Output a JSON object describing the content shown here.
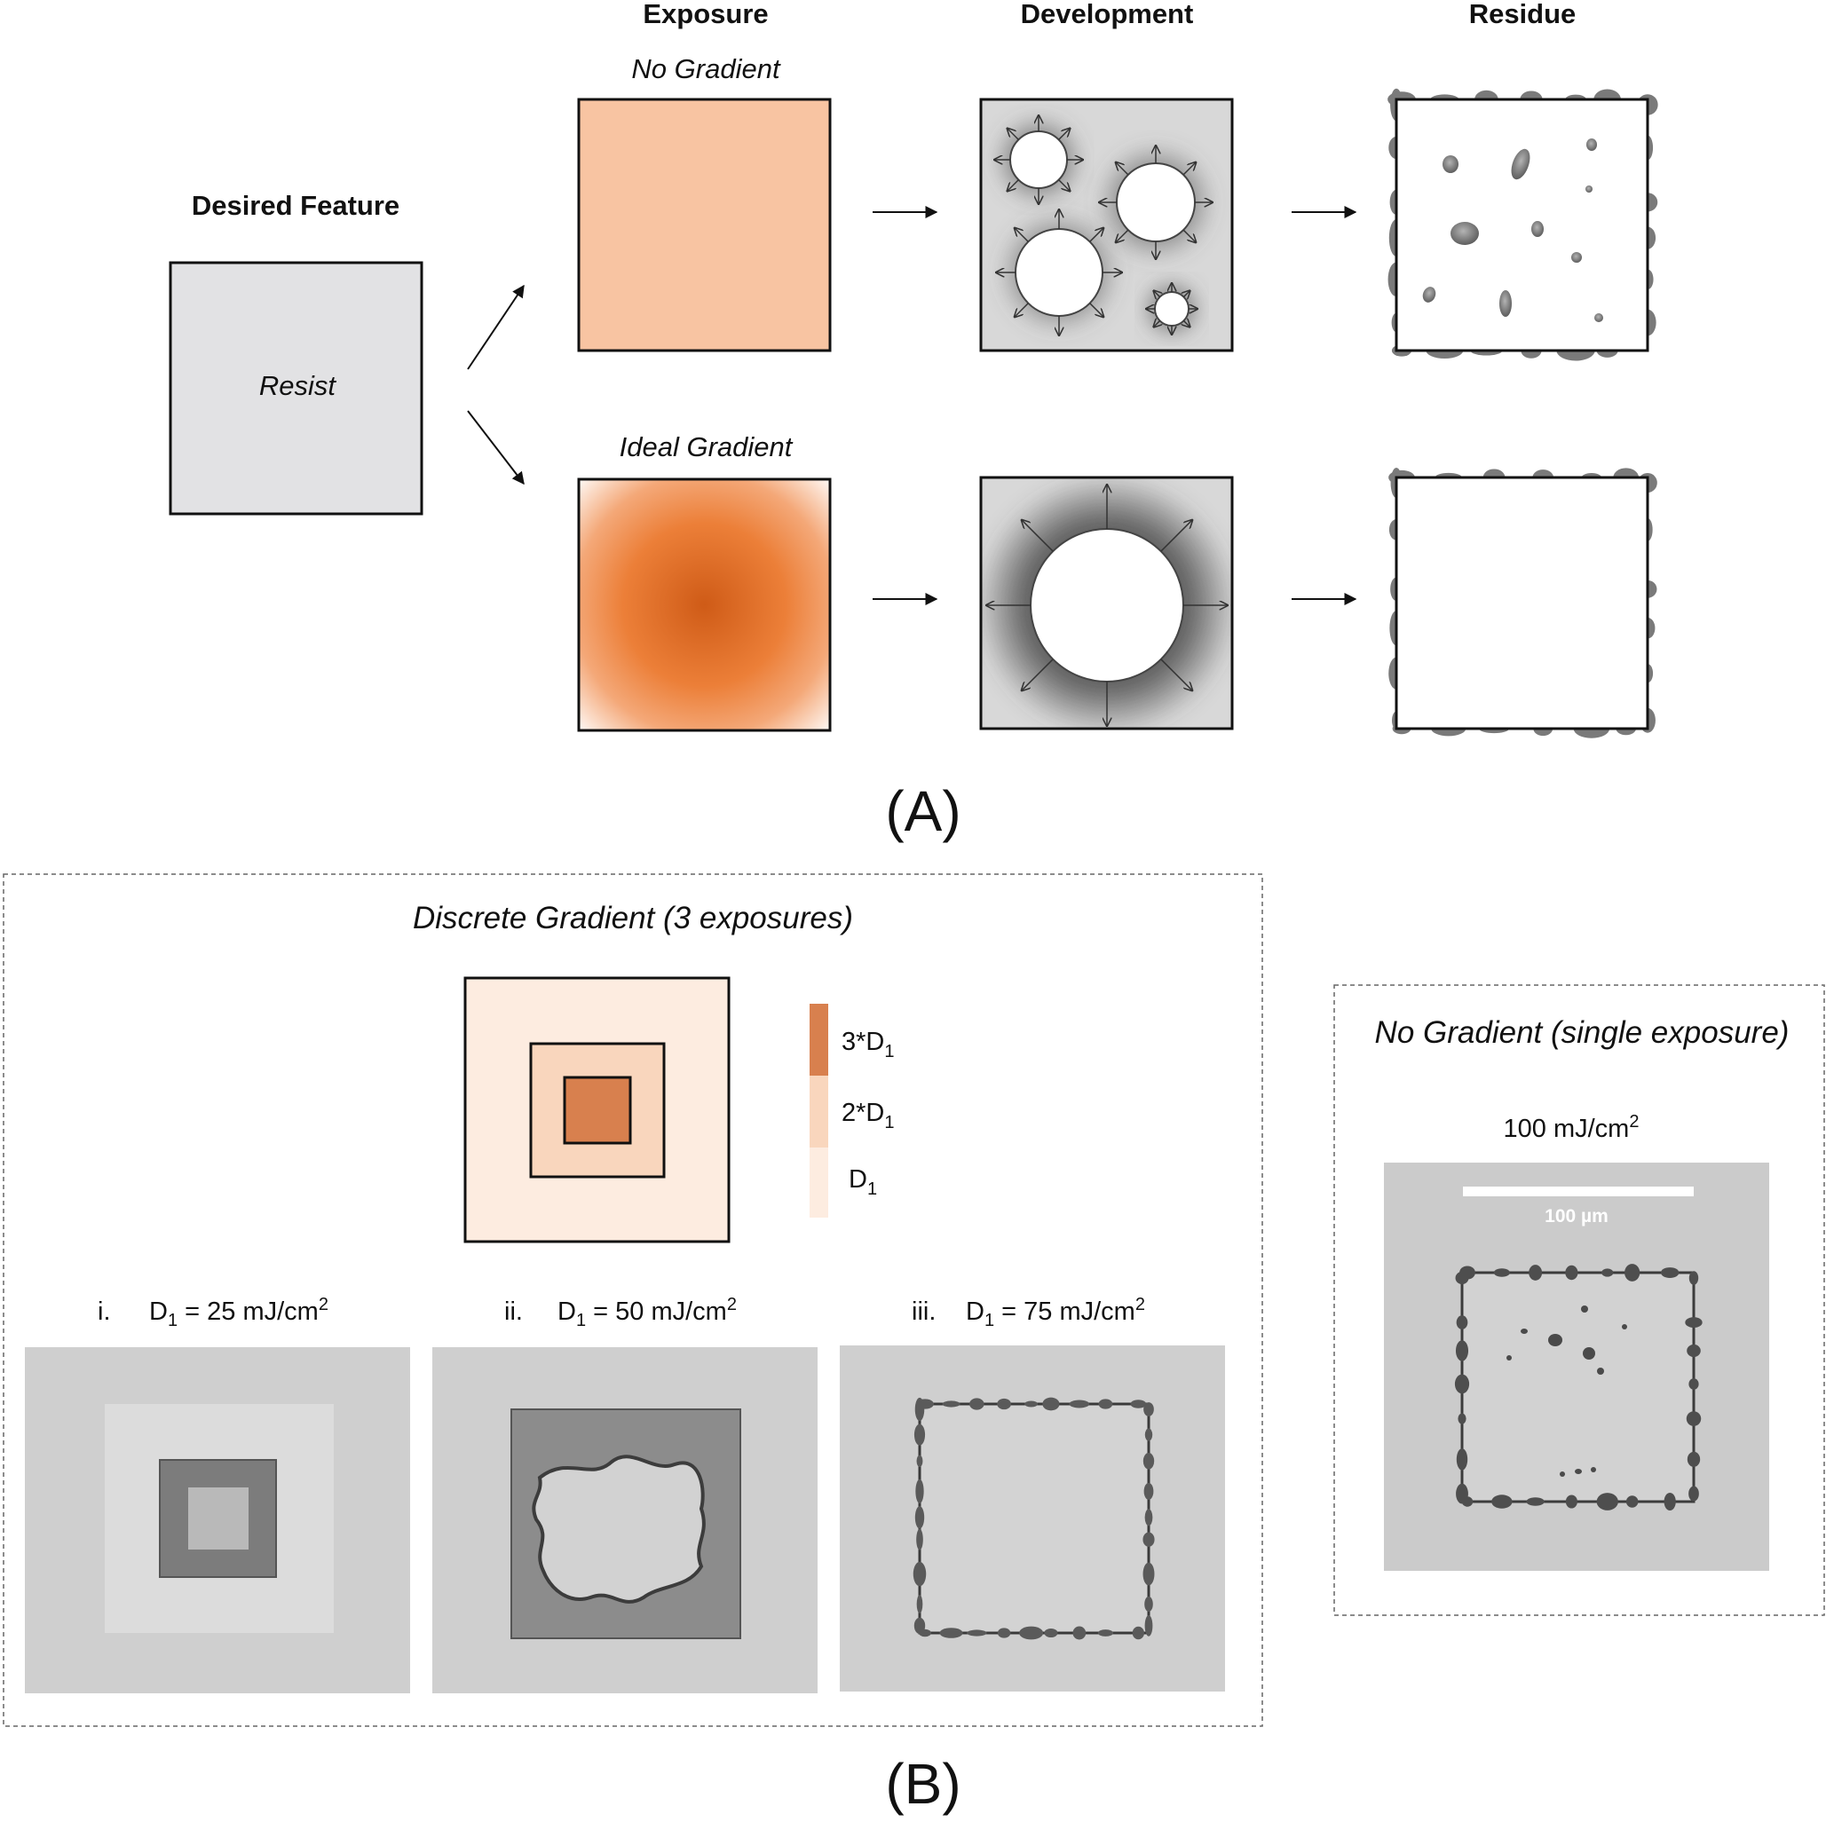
{
  "panel_a": {
    "desired_feature_title": "Desired Feature",
    "resist_label": "Resist",
    "col_headers": {
      "exposure": "Exposure",
      "development": "Development",
      "residue": "Residue"
    },
    "row_labels": {
      "no_gradient": "No Gradient",
      "ideal_gradient": "Ideal Gradient"
    },
    "caption": "(A)"
  },
  "panel_b": {
    "discrete_title": "Discrete Gradient (3 exposures)",
    "legend": {
      "level3": "3*D",
      "level2": "2*D",
      "level1": "D",
      "subscript": "1",
      "colors": {
        "level3": "#d8804e",
        "level2": "#f9d6bd",
        "level1": "#fdece0"
      }
    },
    "samples": [
      {
        "index": "i.",
        "dose_prefix": "D",
        "dose_sub": "1",
        "dose_value": " = 25 mJ/cm",
        "dose_sup": "2"
      },
      {
        "index": "ii.",
        "dose_prefix": "D",
        "dose_sub": "1",
        "dose_value": " = 50 mJ/cm",
        "dose_sup": "2"
      },
      {
        "index": "iii.",
        "dose_prefix": "D",
        "dose_sub": "1",
        "dose_value": " = 75 mJ/cm",
        "dose_sup": "2"
      }
    ],
    "single_title": "No Gradient (single exposure)",
    "single_dose": "100 mJ/cm",
    "single_dose_sup": "2",
    "scale_bar": "100 µm",
    "caption": "(B)"
  }
}
